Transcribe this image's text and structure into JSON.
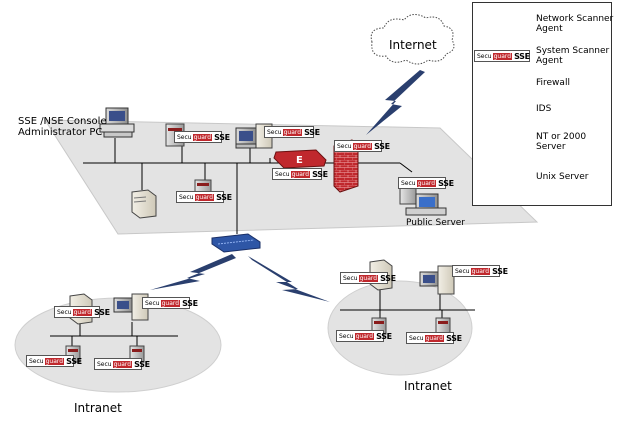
{
  "labels": {
    "internet": "Internet",
    "console": "SSE /NSE Console",
    "console_sub": "Administrator PC",
    "public_server": "Public Server",
    "intranet_left": "Intranet",
    "intranet_right": "Intranet"
  },
  "badge": {
    "prefix": "Secu",
    "brand": "guard",
    "product": "SSE"
  },
  "legend": {
    "items": [
      {
        "line1": "Network Scanner",
        "line2": "Agent"
      },
      {
        "line1": "System Scanner",
        "line2": "Agent"
      },
      {
        "line1": "Firewall",
        "line2": ""
      },
      {
        "line1": "IDS",
        "line2": ""
      },
      {
        "line1": "NT or 2000",
        "line2": "Server"
      },
      {
        "line1": "Unix Server",
        "line2": ""
      }
    ]
  },
  "colors": {
    "platform": "#e3e3e3",
    "platform_edge": "#c8c8c8",
    "firewall": "#c0282d",
    "brand": "#c0282d",
    "switch": "#2e56a6",
    "lightning": "#2a3f6e"
  }
}
